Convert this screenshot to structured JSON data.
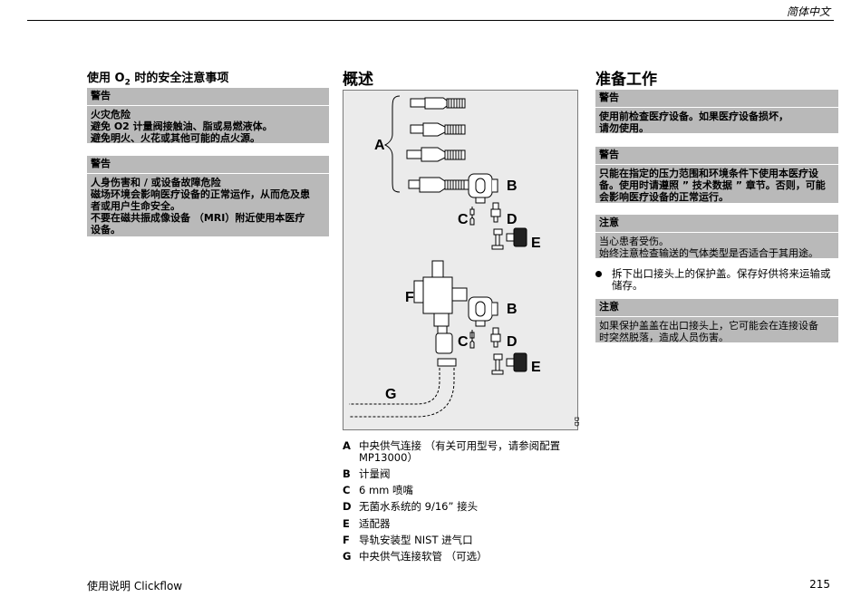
{
  "header": {
    "language": "简体中文"
  },
  "left": {
    "title_pre": "使用 O",
    "title_sub": "2",
    "title_post": " 时的安全注意事项",
    "warning1": {
      "label": "警告",
      "heading": "火灾危险",
      "lines": [
        "避免 O2 计量阀接触油、脂或易燃液体。",
        "避免明火、火花或其他可能的点火源。"
      ]
    },
    "warning2": {
      "label": "警告",
      "heading": "人身伤害和 / 或设备故障危险",
      "lines": [
        "磁场环境会影响医疗设备的正常运作，从而危及患",
        "者或用户生命安全。",
        "不要在磁共振成像设备 （MRI）附近使用本医疗",
        "设备。"
      ]
    }
  },
  "middle": {
    "title": "概述",
    "figure": {
      "labels": {
        "A": "A",
        "B1": "B",
        "C1": "C",
        "D1": "D",
        "E1": "E",
        "F": "F",
        "B2": "B",
        "C2": "C",
        "D2": "D",
        "E2": "E",
        "G": "G"
      },
      "code": "DD"
    },
    "legend": [
      {
        "key": "A",
        "text": "中央供气连接 （有关可用型号，请参阅配置 MP13000）"
      },
      {
        "key": "B",
        "text": "计量阀"
      },
      {
        "key": "C",
        "text": "6 mm 喷嘴"
      },
      {
        "key": "D",
        "text": "无菌水系统的 9/16” 接头"
      },
      {
        "key": "E",
        "text": "适配器"
      },
      {
        "key": "F",
        "text": "导轨安装型 NIST 进气口"
      },
      {
        "key": "G",
        "text": "中央供气连接软管 （可选）"
      }
    ]
  },
  "right": {
    "title": "准备工作",
    "box1": {
      "label": "警告",
      "lines": [
        "使用前检查医疗设备。如果医疗设备损坏，",
        "请勿使用。"
      ]
    },
    "box2": {
      "label": "警告",
      "lines": [
        "只能在指定的压力范围和环境条件下使用本医疗设",
        "备。使用时请遵照 ” 技术数据 ” 章节。否则，可能",
        "会影响医疗设备的正常运行。"
      ]
    },
    "box3": {
      "label": "注意",
      "lines": [
        "当心患者受伤。",
        "始终注意检查输送的气体类型是否适合于其用途。"
      ]
    },
    "bullet": "拆下出口接头上的保护盖。保存好供将来运输或储存。",
    "box4": {
      "label": "注意",
      "lines": [
        "如果保护盖盖在出口接头上，它可能会在连接设备",
        "时突然脱落，造成人员伤害。"
      ]
    }
  },
  "footer": {
    "left": "使用说明 Clickflow",
    "page": "215"
  }
}
